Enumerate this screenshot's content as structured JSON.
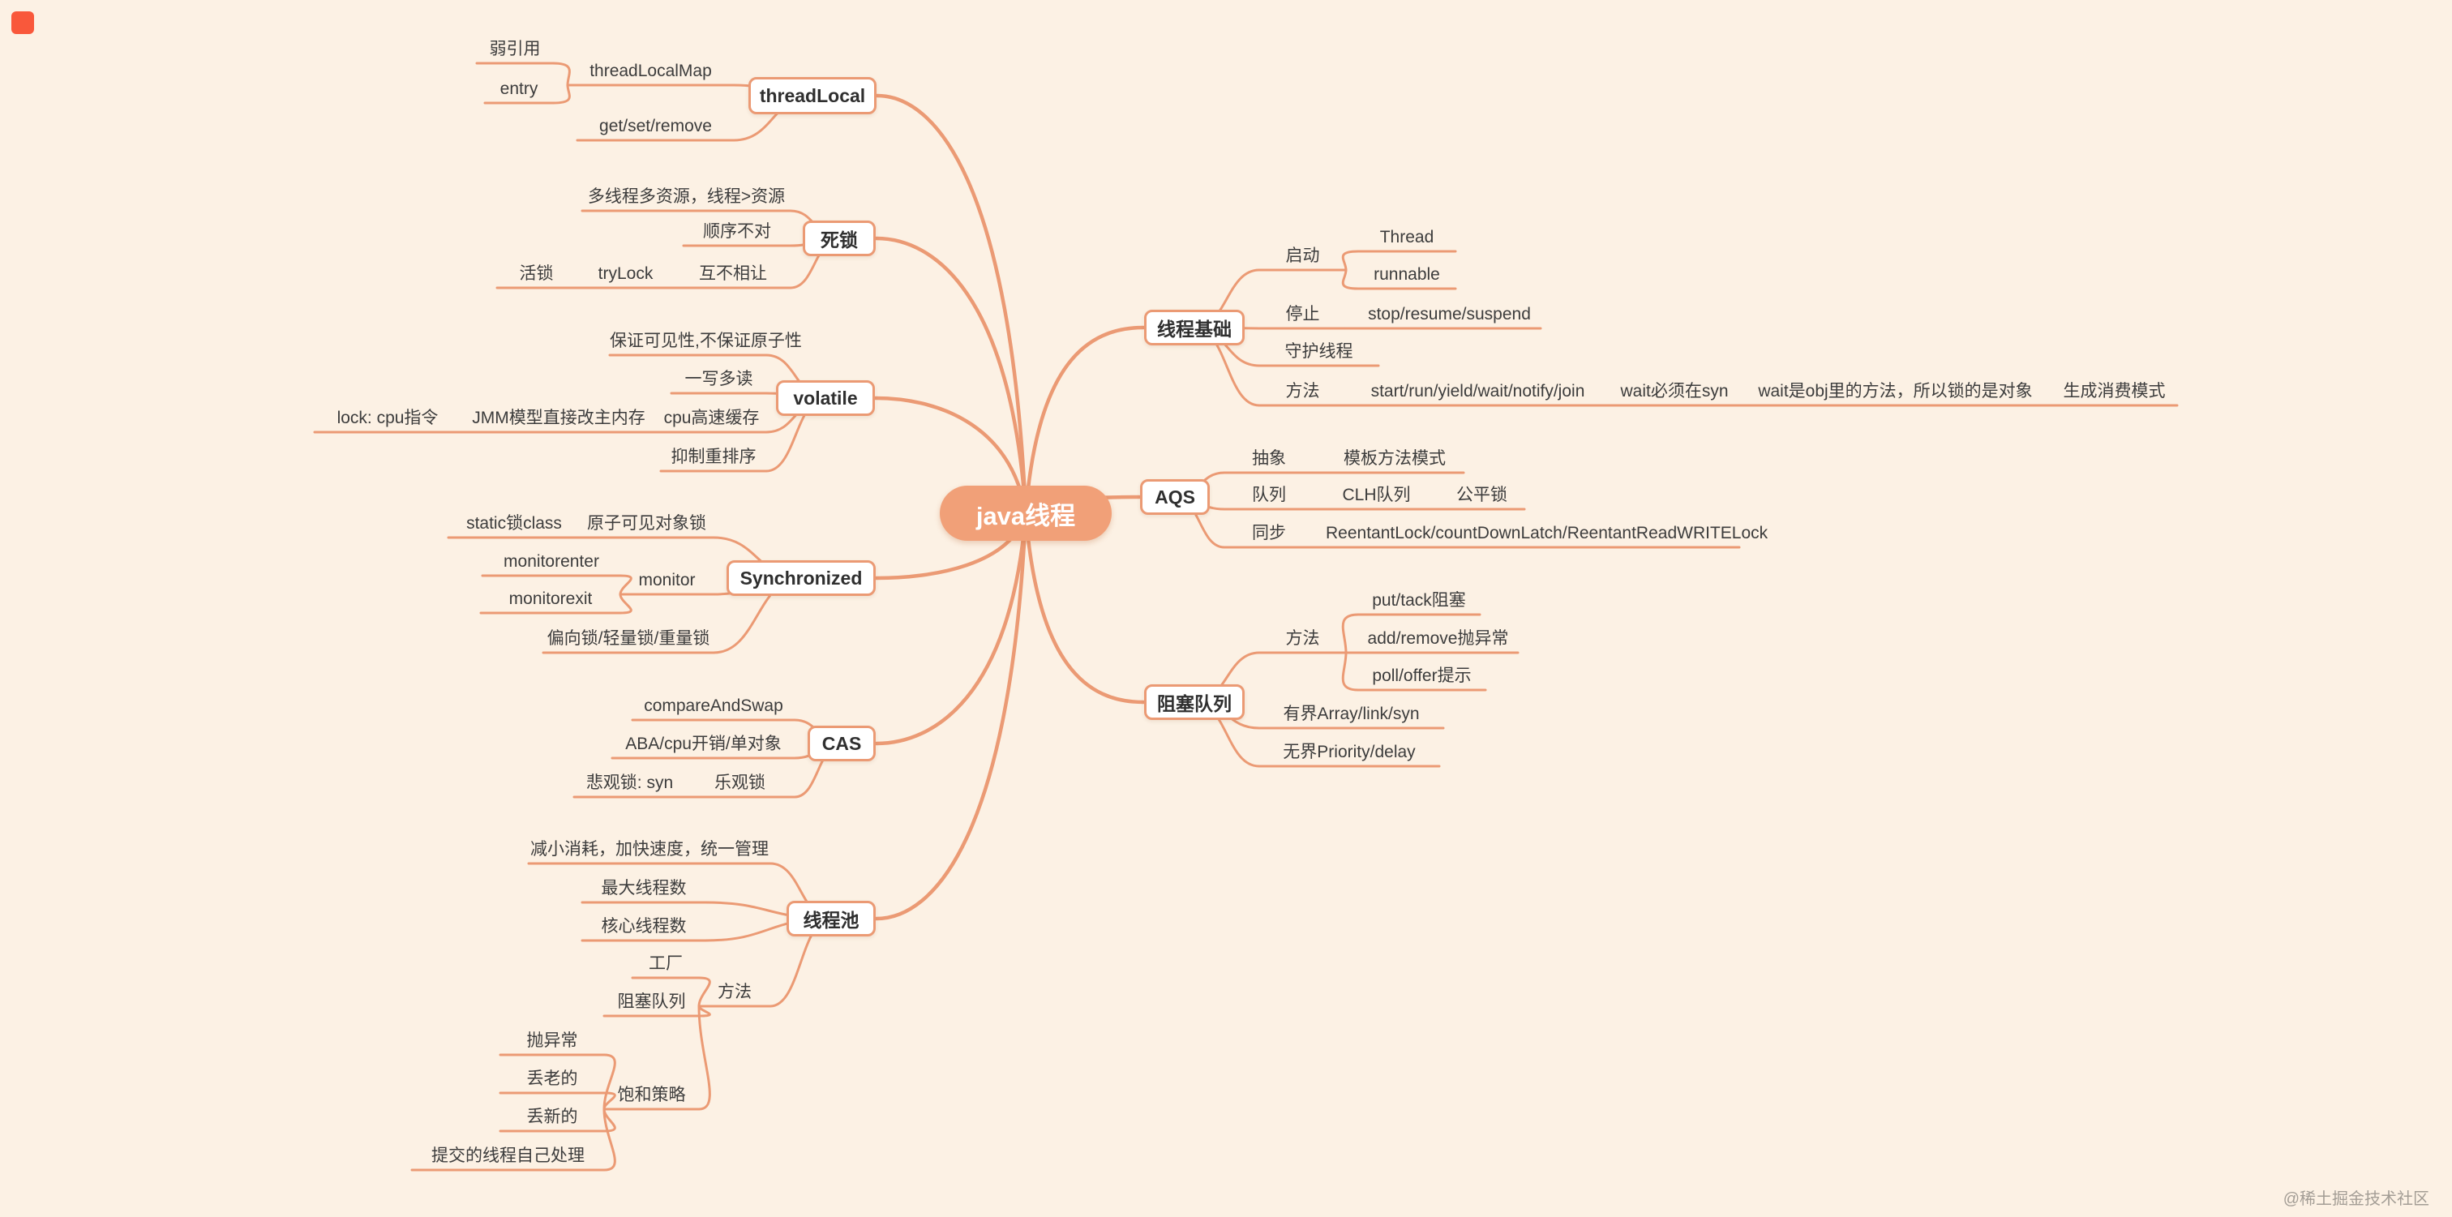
{
  "page": {
    "watermark": "@稀土掘金技术社区"
  },
  "colors": {
    "background": "#fcf1e4",
    "branch": "#eb9a74",
    "center_bg": "#f1a078",
    "center_text": "#ffffff",
    "node_bg": "#ffffff",
    "node_border": "#eb9a74",
    "node_text": "#2f2f2f",
    "label_text": "#3c3c3c",
    "watermark_text": "#a39d95",
    "corner_icon": "#f9583b"
  },
  "mindmap": {
    "root": {
      "label": "java线程"
    },
    "left": [
      {
        "label": "threadLocal",
        "children": [
          {
            "label": "threadLocalMap",
            "children": [
              {
                "label": "弱引用"
              },
              {
                "label": "entry"
              }
            ]
          },
          {
            "label": "get/set/remove"
          }
        ]
      },
      {
        "label": "死锁",
        "children": [
          {
            "label": "多线程多资源，线程>资源"
          },
          {
            "label": "顺序不对"
          },
          {
            "label": "互不相让",
            "children": [
              {
                "label": "tryLock",
                "children": [
                  {
                    "label": "活锁"
                  }
                ]
              }
            ]
          }
        ]
      },
      {
        "label": "volatile",
        "children": [
          {
            "label": "保证可见性,不保证原子性"
          },
          {
            "label": "一写多读"
          },
          {
            "label": "cpu高速缓存",
            "children": [
              {
                "label": "JMM模型直接改主内存",
                "children": [
                  {
                    "label": "lock: cpu指令"
                  }
                ]
              }
            ]
          },
          {
            "label": "抑制重排序"
          }
        ]
      },
      {
        "label": "Synchronized",
        "children": [
          {
            "label": "原子可见对象锁",
            "children": [
              {
                "label": "static锁class"
              }
            ]
          },
          {
            "label": "monitor",
            "children": [
              {
                "label": "monitorenter"
              },
              {
                "label": "monitorexit"
              }
            ]
          },
          {
            "label": "偏向锁/轻量锁/重量锁"
          }
        ]
      },
      {
        "label": "CAS",
        "children": [
          {
            "label": "compareAndSwap"
          },
          {
            "label": "ABA/cpu开销/单对象"
          },
          {
            "label": "乐观锁",
            "children": [
              {
                "label": "悲观锁: syn"
              }
            ]
          }
        ]
      },
      {
        "label": "线程池",
        "children": [
          {
            "label": "减小消耗，加快速度，统一管理"
          },
          {
            "label": "最大线程数"
          },
          {
            "label": "核心线程数"
          },
          {
            "label": "方法",
            "children": [
              {
                "label": "工厂"
              },
              {
                "label": "阻塞队列"
              },
              {
                "label": "饱和策略",
                "children": [
                  {
                    "label": "抛异常"
                  },
                  {
                    "label": "丢老的"
                  },
                  {
                    "label": "丢新的"
                  },
                  {
                    "label": "提交的线程自己处理"
                  }
                ]
              }
            ]
          }
        ]
      }
    ],
    "right": [
      {
        "label": "线程基础",
        "children": [
          {
            "label": "启动",
            "children": [
              {
                "label": "Thread"
              },
              {
                "label": "runnable"
              }
            ]
          },
          {
            "label": "停止",
            "children": [
              {
                "label": "stop/resume/suspend"
              }
            ]
          },
          {
            "label": "守护线程"
          },
          {
            "label": "方法",
            "children": [
              {
                "label": "start/run/yield/wait/notify/join",
                "children": [
                  {
                    "label": "wait必须在syn",
                    "children": [
                      {
                        "label": "wait是obj里的方法，所以锁的是对象",
                        "children": [
                          {
                            "label": "生成消费模式"
                          }
                        ]
                      }
                    ]
                  }
                ]
              }
            ]
          }
        ]
      },
      {
        "label": "AQS",
        "children": [
          {
            "label": "抽象",
            "children": [
              {
                "label": "模板方法模式"
              }
            ]
          },
          {
            "label": "队列",
            "children": [
              {
                "label": "CLH队列",
                "children": [
                  {
                    "label": "公平锁"
                  }
                ]
              }
            ]
          },
          {
            "label": "同步",
            "children": [
              {
                "label": "ReentantLock/countDownLatch/ReentantReadWRITELock"
              }
            ]
          }
        ]
      },
      {
        "label": "阻塞队列",
        "children": [
          {
            "label": "方法",
            "children": [
              {
                "label": "put/tack阻塞"
              },
              {
                "label": "add/remove抛异常"
              },
              {
                "label": "poll/offer提示"
              }
            ]
          },
          {
            "label": "有界Array/link/syn"
          },
          {
            "label": "无界Priority/delay"
          }
        ]
      }
    ]
  }
}
